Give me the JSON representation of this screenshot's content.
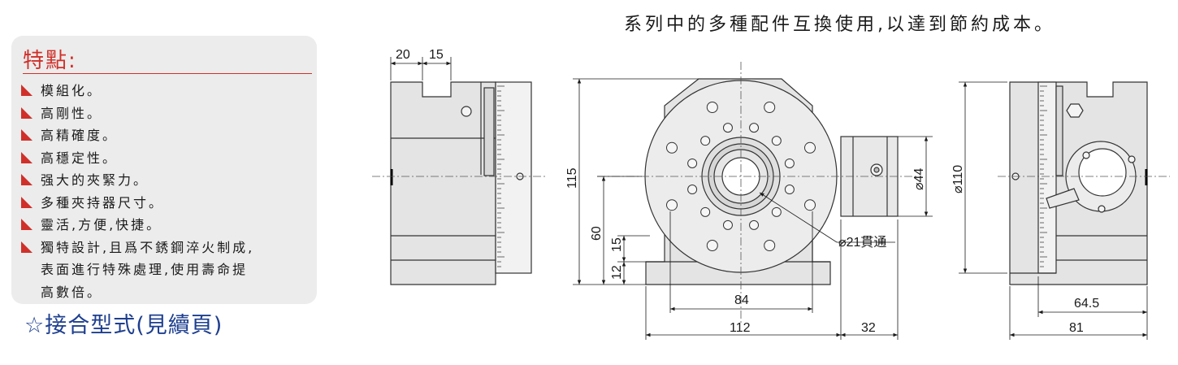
{
  "caption": "系列中的多種配件互換使用,以達到節約成本。",
  "features": {
    "title": "特點:",
    "items": [
      "模組化。",
      "高剛性。",
      "高精確度。",
      "高穩定性。",
      "强大的夾緊力。",
      "多種夾持器尺寸。",
      "靈活,方便,快捷。",
      "獨特設計,且爲不銹鋼淬火制成,\n表面進行特殊處理,使用壽命提\n高數倍。"
    ]
  },
  "joint_note": "☆接合型式(見續頁)",
  "colors": {
    "accent": "#d0302a",
    "note": "#1e3f8f",
    "panel": "#ececec",
    "line": "#333333",
    "body": "#e4e4e4"
  },
  "dimensions": {
    "left_view": {
      "slot_width": "20",
      "slot_offset": "15"
    },
    "front_view": {
      "height": "115",
      "center_height": "60",
      "d1": "15",
      "d2": "12",
      "bore": "⌀21貫通",
      "knob": "⌀44",
      "hole_spacing": "84",
      "base_width": "112",
      "knob_length": "32"
    },
    "right_view": {
      "diameter": "⌀110",
      "d1": "64.5",
      "width": "81"
    }
  }
}
